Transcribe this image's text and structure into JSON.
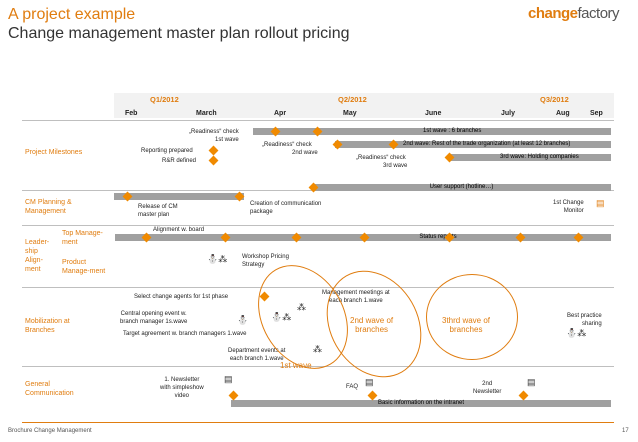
{
  "header": {
    "title": "A project example",
    "subtitle": "Change management master plan rollout pricing",
    "logo_part1": "change",
    "logo_part2": "factory"
  },
  "timeline": {
    "quarters": [
      "Q1/2012",
      "Q2/2012",
      "Q3/2012"
    ],
    "months": [
      "Feb",
      "March",
      "Apr",
      "May",
      "June",
      "July",
      "Aug",
      "Sep"
    ]
  },
  "rows": {
    "project_milestones": "Project Milestones",
    "cm_planning": "CM Planning & Management",
    "leadership_alignment": "Leader-ship Align-ment",
    "top_management": "Top Manage-ment",
    "product_management": "Product Manage-ment",
    "mobilization": "Mobilization at Branches",
    "general_communication": "General Communication"
  },
  "items": {
    "readiness_check_1": "„Readiness“ check",
    "first_wave": "1st wave",
    "reporting_prepared": "Reporting prepared",
    "rr_defined": "R&R defined",
    "readiness_check_2": "„Readiness“ check",
    "second_wave_small": "2nd wave",
    "readiness_check_3": "„Readiness“ check",
    "third_wave_small": "3rd wave",
    "bar_1st_wave": "1st wave : 6 branches",
    "bar_2nd_wave": "2nd wave: Rest  of the trade organization (at least 12 branches)",
    "bar_3rd_wave": "3rd wave: Holding companies",
    "bar_user_support": "User support (hotline…)",
    "release_cm": "Release of CM master plan",
    "creation_comm": "Creation of communication package",
    "first_change_monitor": "1st Change Monitor",
    "alignment_board": "Alignment w. board",
    "bar_status_reports": "Status reports",
    "workshop_pricing": "Workshop Pricing Strategy",
    "select_agents": "Select change agents for 1st phase",
    "mgmt_meetings": "Management meetings at each branch 1.wave",
    "central_opening": "Central opening event w. branch manager 1s.wave",
    "target_agreement": "Target agreement w. branch managers 1.wave",
    "dept_events": "Department events at each branch 1.wave",
    "best_practice": "Best practice sharing",
    "newsletter_1": "1. Newsletter with simpleshow video",
    "faq": "FAQ",
    "newsletter_2": "2nd Newsletter",
    "bar_intranet": "Basic information on the intranet"
  },
  "waves": {
    "wave1": "1st wave",
    "wave2": "2nd wave of branches",
    "wave3": "3thrd wave of branches"
  },
  "footer": {
    "left": "Brochure Change Management",
    "page": "17"
  },
  "colors": {
    "accent": "#e07d10",
    "bar": "#a0a0a0",
    "milestone": "#f08a00"
  }
}
